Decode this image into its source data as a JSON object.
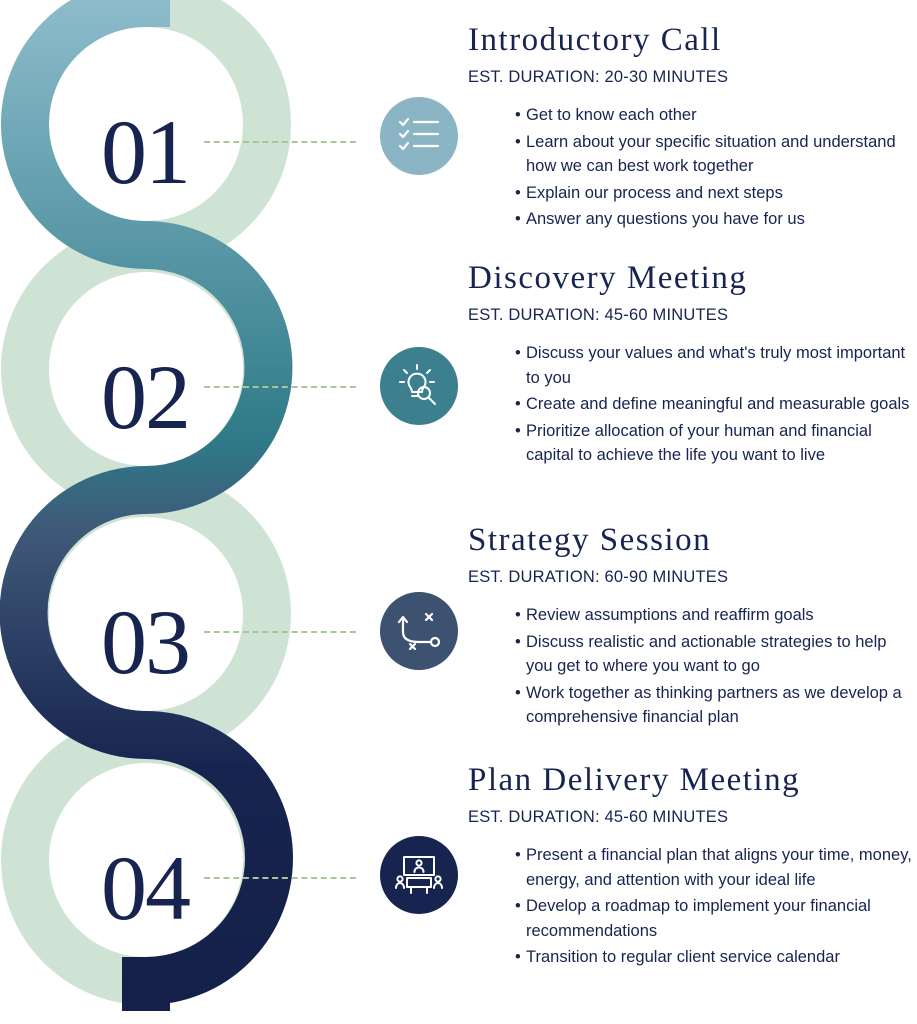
{
  "steps": [
    {
      "number": "01",
      "title": "Introductory Call",
      "duration": "EST. DURATION: 20-30 MINUTES",
      "icon": "checklist-icon",
      "color": "#8bb5c4",
      "bullets": [
        "Get to know each other",
        "Learn about your specific situation and understand how we can best work together",
        "Explain our process and next steps",
        "Answer any questions you have for us"
      ]
    },
    {
      "number": "02",
      "title": "Discovery Meeting",
      "duration": "EST. DURATION: 45-60 MINUTES",
      "icon": "lightbulb-magnifier-icon",
      "color": "#3c7f8e",
      "bullets": [
        "Discuss your values and what's truly most important to you",
        "Create and define meaningful and measurable goals",
        "Prioritize allocation of your human and financial capital to achieve the life you want to live"
      ]
    },
    {
      "number": "03",
      "title": "Strategy Session",
      "duration": "EST. DURATION: 60-90 MINUTES",
      "icon": "strategy-play-icon",
      "color": "#3d5170",
      "bullets": [
        "Review assumptions and reaffirm goals",
        "Discuss realistic and actionable strategies to help you get to where you want to go",
        "Work together as thinking partners as we develop a comprehensive financial plan"
      ]
    },
    {
      "number": "04",
      "title": "Plan Delivery Meeting",
      "duration": "EST. DURATION: 45-60 MINUTES",
      "icon": "meeting-table-icon",
      "color": "#17244f",
      "bullets": [
        "Present a financial plan that aligns your time, money, energy, and attention with your ideal life",
        "Develop a roadmap to implement your financial recommendations",
        "Transition to regular client service calendar"
      ]
    }
  ],
  "colors": {
    "ring_light": "#cfe3d5",
    "text": "#17244f",
    "dash": "#a9c59a"
  }
}
